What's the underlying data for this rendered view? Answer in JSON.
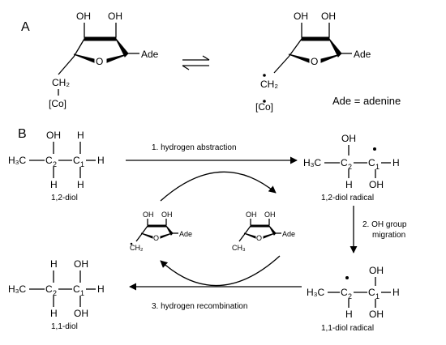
{
  "panel_a": {
    "label": "A",
    "left": {
      "oh1": "OH",
      "oh2": "OH",
      "o": "O",
      "ade": "Ade",
      "ch2": "CH₂",
      "co": "[Co]"
    },
    "right": {
      "oh1": "OH",
      "oh2": "OH",
      "o": "O",
      "ade": "Ade",
      "ch2": "CH₂",
      "co": "[Co]"
    },
    "legend": "Ade = adenine"
  },
  "panel_b": {
    "label": "B",
    "step1": "1. hydrogen abstraction",
    "step2_line1": "2. OH group",
    "step2_line2": "migration",
    "step3": "3. hydrogen recombination",
    "diol12": "1,2-diol",
    "diol12_radical": "1,2-diol radical",
    "diol11_radical": "1,1-diol radical",
    "diol11": "1,1-diol",
    "atoms": {
      "oh": "OH",
      "h": "H",
      "h3c": "H₃C",
      "c": "C",
      "n1": "1",
      "n2": "2"
    },
    "small_sugar_left": {
      "oh1": "OH",
      "oh2": "OH",
      "o": "O",
      "ade": "Ade",
      "ch2": "CH₂"
    },
    "small_sugar_right": {
      "oh1": "OH",
      "oh2": "OH",
      "o": "O",
      "ade": "Ade",
      "ch3": "CH₃"
    }
  }
}
